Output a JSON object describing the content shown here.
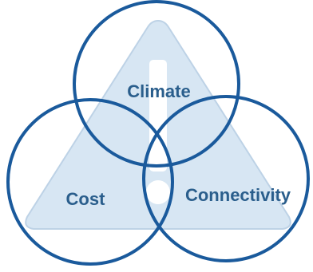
{
  "diagram": {
    "labels": {
      "climate": "Climate",
      "cost": "Cost",
      "connectivity": "Connectivity"
    },
    "colors": {
      "circle_stroke": "#1a5a9c",
      "label_text": "#2a5e8c",
      "warning_fill": "#d7e6f3",
      "warning_stroke": "#bdd2e6",
      "warning_symbol": "#ffffff"
    },
    "icons": {
      "background": "warning-triangle-icon"
    }
  }
}
